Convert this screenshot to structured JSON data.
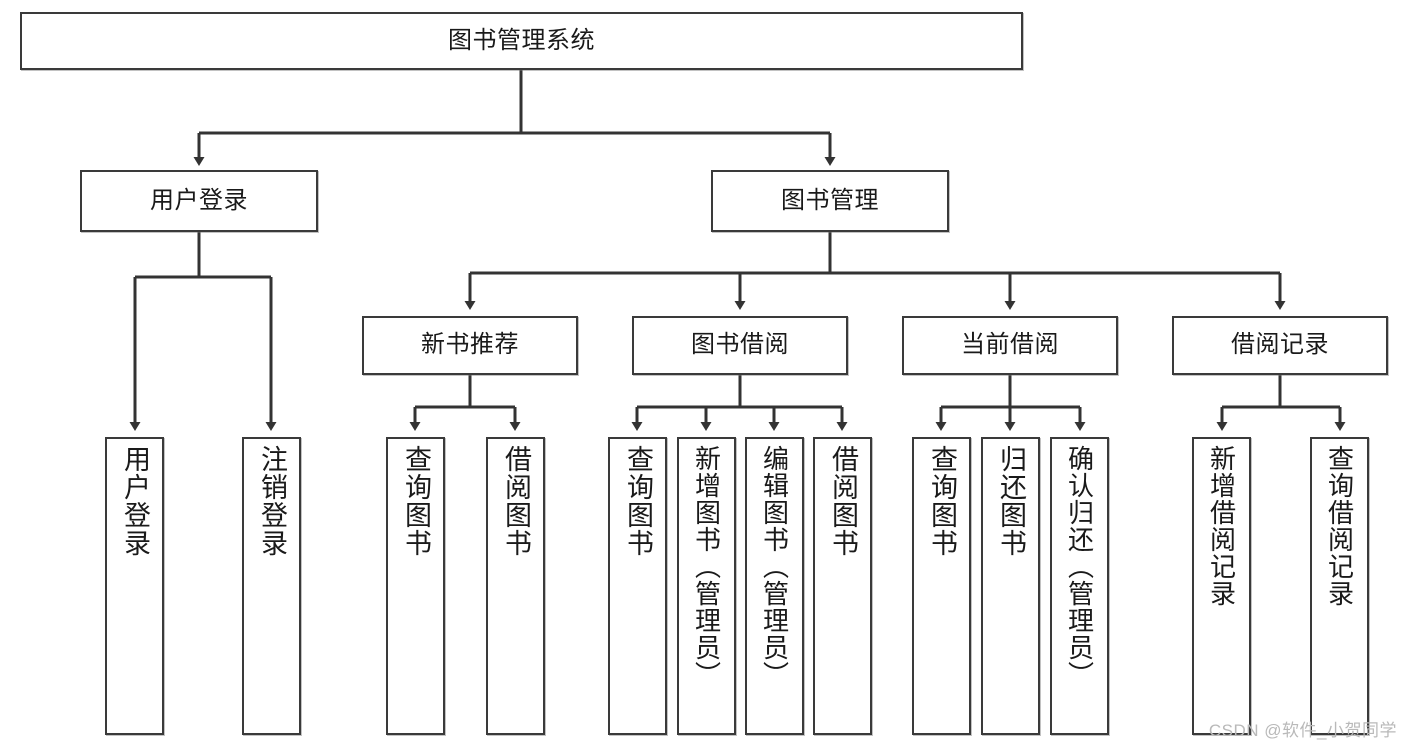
{
  "diagram": {
    "title": "图书管理系统",
    "type": "tree-hierarchy",
    "watermark": "CSDN @软件_小贺同学",
    "colors": {
      "box_border": "#3a3a3a",
      "box_fill": "#ffffff",
      "connector": "#333333",
      "text": "#1a1a1a",
      "watermark": "#b9b9b9"
    }
  },
  "nodes": {
    "root": {
      "label": "图书管理系统",
      "level": 0
    },
    "level1": [
      {
        "id": "user-login",
        "label": "用户登录"
      },
      {
        "id": "book-manage",
        "label": "图书管理"
      }
    ],
    "level2": [
      {
        "id": "new-book-rec",
        "label": "新书推荐",
        "parent": "book-manage"
      },
      {
        "id": "book-borrow",
        "label": "图书借阅",
        "parent": "book-manage"
      },
      {
        "id": "current-borrow",
        "label": "当前借阅",
        "parent": "book-manage"
      },
      {
        "id": "borrow-record",
        "label": "借阅记录",
        "parent": "book-manage"
      }
    ],
    "leaves": [
      {
        "id": "leaf-user-login",
        "label": "用户登录",
        "parent": "user-login"
      },
      {
        "id": "leaf-logout",
        "label": "注销登录",
        "parent": "user-login"
      },
      {
        "id": "leaf-query-book-1",
        "label": "查询图书",
        "parent": "new-book-rec"
      },
      {
        "id": "leaf-borrow-book-1",
        "label": "借阅图书",
        "parent": "new-book-rec"
      },
      {
        "id": "leaf-query-book-2",
        "label": "查询图书",
        "parent": "book-borrow"
      },
      {
        "id": "leaf-add-book",
        "label": "新增图书（管理员）",
        "parent": "book-borrow"
      },
      {
        "id": "leaf-edit-book",
        "label": "编辑图书（管理员）",
        "parent": "book-borrow"
      },
      {
        "id": "leaf-borrow-book-2",
        "label": "借阅图书",
        "parent": "book-borrow"
      },
      {
        "id": "leaf-query-book-3",
        "label": "查询图书",
        "parent": "current-borrow"
      },
      {
        "id": "leaf-return-book",
        "label": "归还图书",
        "parent": "current-borrow"
      },
      {
        "id": "leaf-confirm-return",
        "label": "确认归还（管理员）",
        "parent": "current-borrow"
      },
      {
        "id": "leaf-add-record",
        "label": "新增借阅记录",
        "parent": "borrow-record"
      },
      {
        "id": "leaf-query-record",
        "label": "查询借阅记录",
        "parent": "borrow-record"
      }
    ]
  }
}
